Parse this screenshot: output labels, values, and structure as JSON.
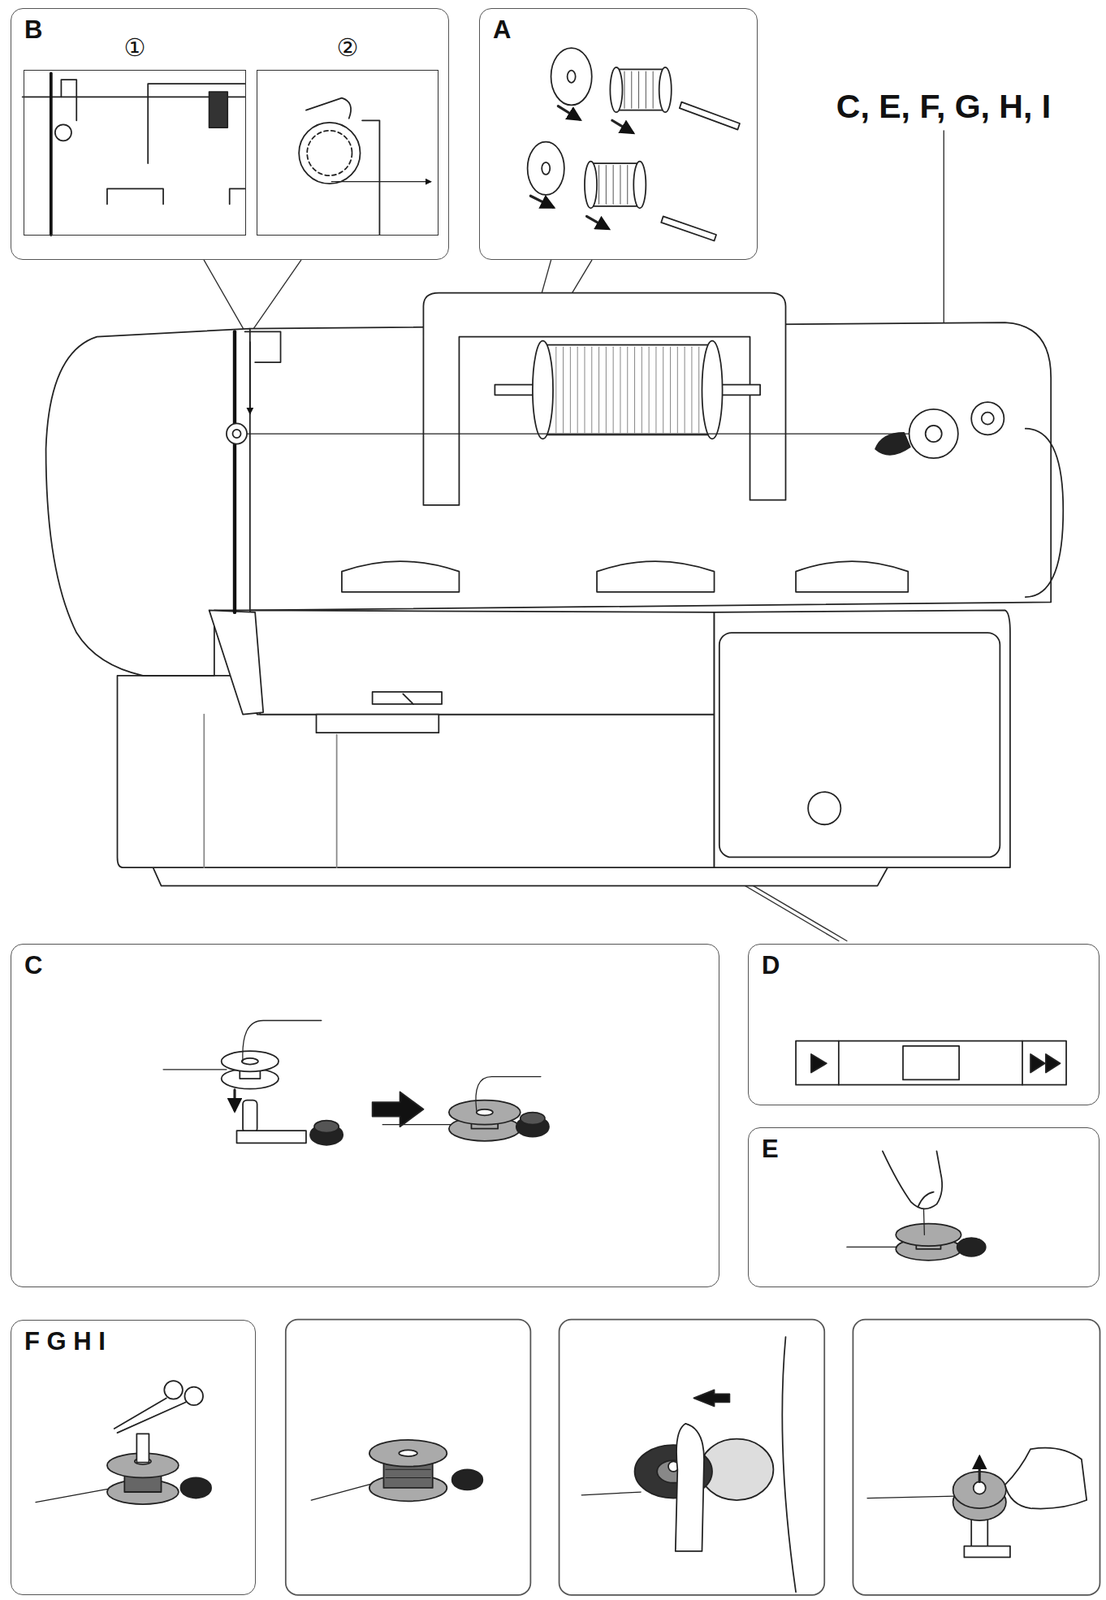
{
  "diagram": {
    "nodes": [
      {
        "text": [
          "B"
        ]
      },
      {
        "text": [
          "①"
        ],
        "in": 0
      },
      {
        "text": [
          "②"
        ],
        "in": 0
      },
      {
        "text": [
          "A"
        ]
      },
      {
        "text": [
          "C"
        ]
      },
      {
        "text": [
          "D"
        ]
      },
      {
        "text": [
          "E"
        ]
      },
      {
        "text": [
          "F G H I"
        ]
      }
    ],
    "labels": [
      "C, E, F, G, H, I"
    ]
  }
}
